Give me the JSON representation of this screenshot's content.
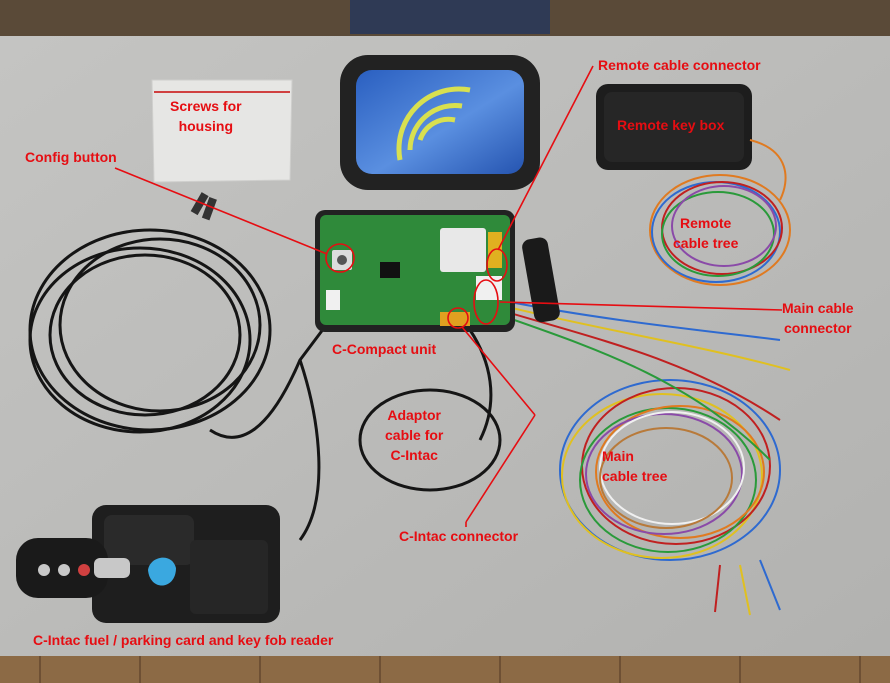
{
  "labels": {
    "screws": [
      "Screws for",
      "housing"
    ],
    "config_button": "Config button",
    "remote_cable_connector": "Remote cable connector",
    "remote_key_box": "Remote key box",
    "remote_cable_tree": [
      "Remote",
      "cable tree"
    ],
    "main_cable_connector": [
      "Main cable",
      "connector"
    ],
    "c_compact_unit": "C-Compact unit",
    "adaptor_cable": [
      "Adaptor",
      "cable for",
      "C-Intac"
    ],
    "main_cable_tree": [
      "Main",
      "cable tree"
    ],
    "c_intac_connector": "C-Intac connector",
    "reader": "C-Intac fuel / parking card and key fob reader"
  },
  "colors": {
    "annotation": "#e60d12",
    "board_background": "#bcbcbc",
    "floor": "#7a5a3a"
  }
}
